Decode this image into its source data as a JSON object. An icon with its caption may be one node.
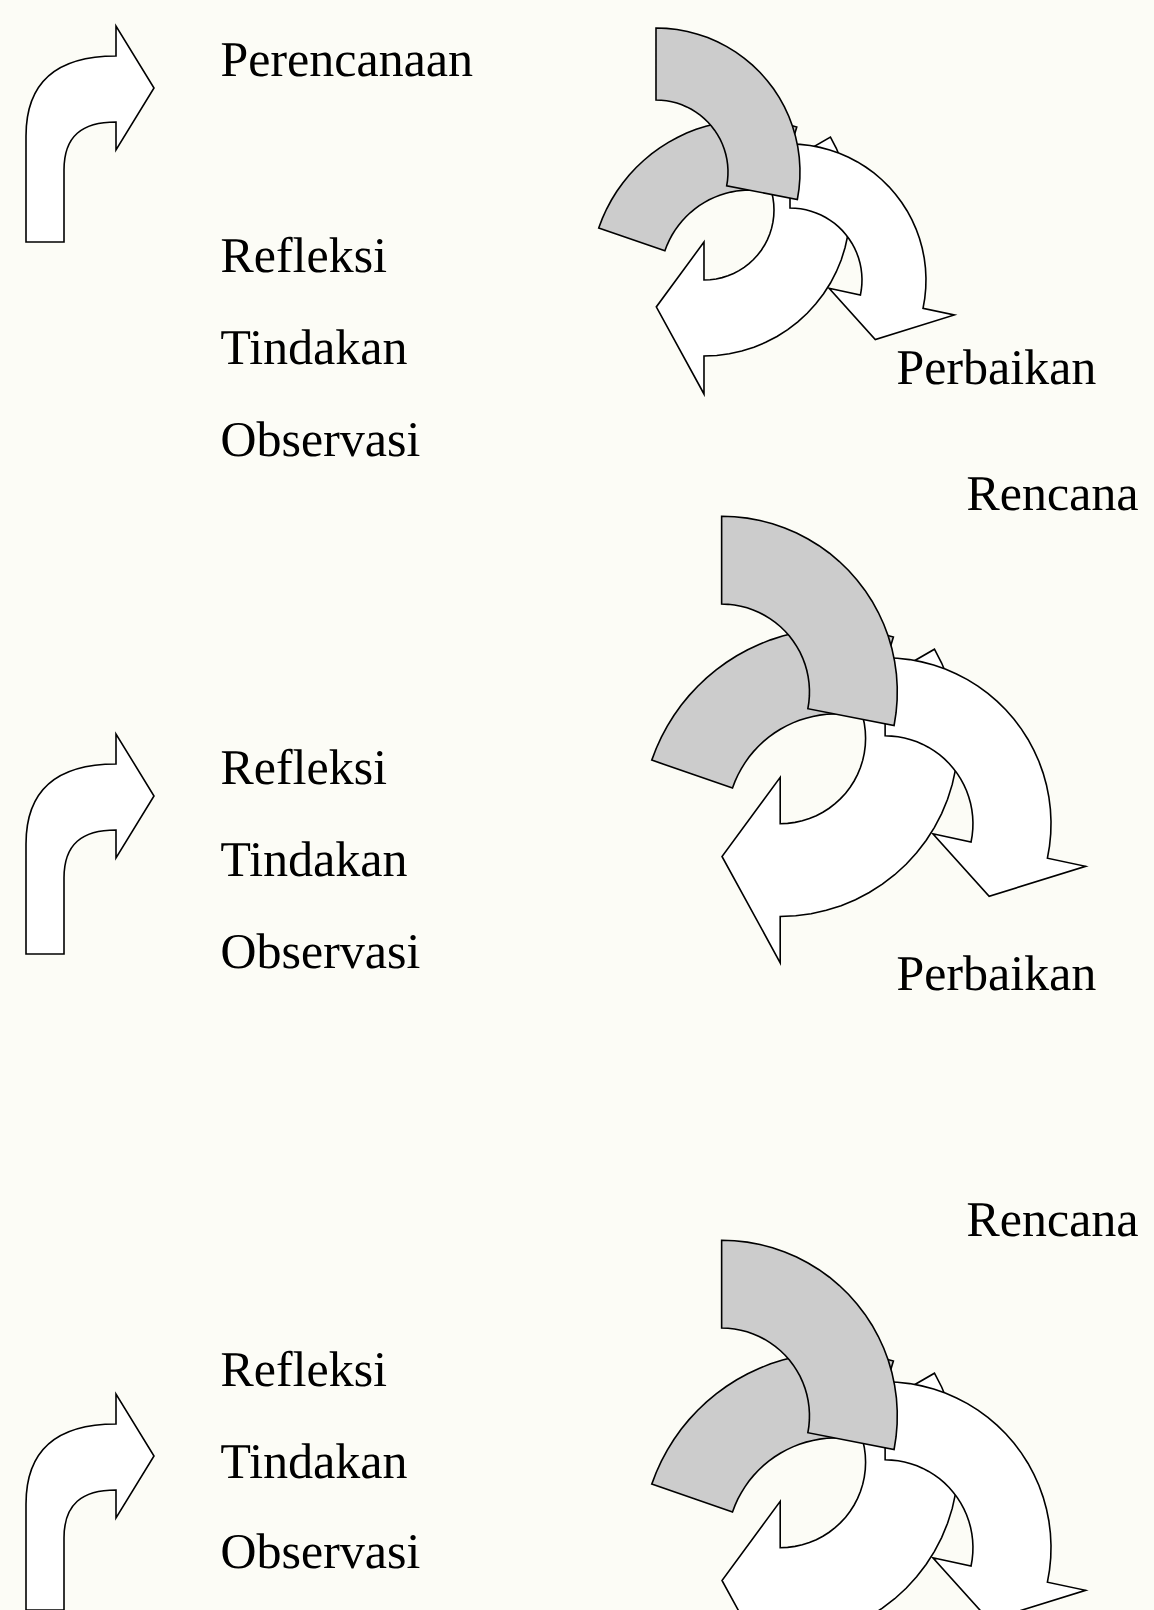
{
  "diagram": {
    "labels": [
      "Perencanaan",
      "Refleksi",
      "Tindakan",
      "Observasi",
      "Perbaikan",
      "Rencana",
      "Refleksi",
      "Tindakan",
      "Observasi",
      "Perbaikan",
      "Rencana",
      "Refleksi",
      "Tindakan",
      "Observasi"
    ]
  }
}
